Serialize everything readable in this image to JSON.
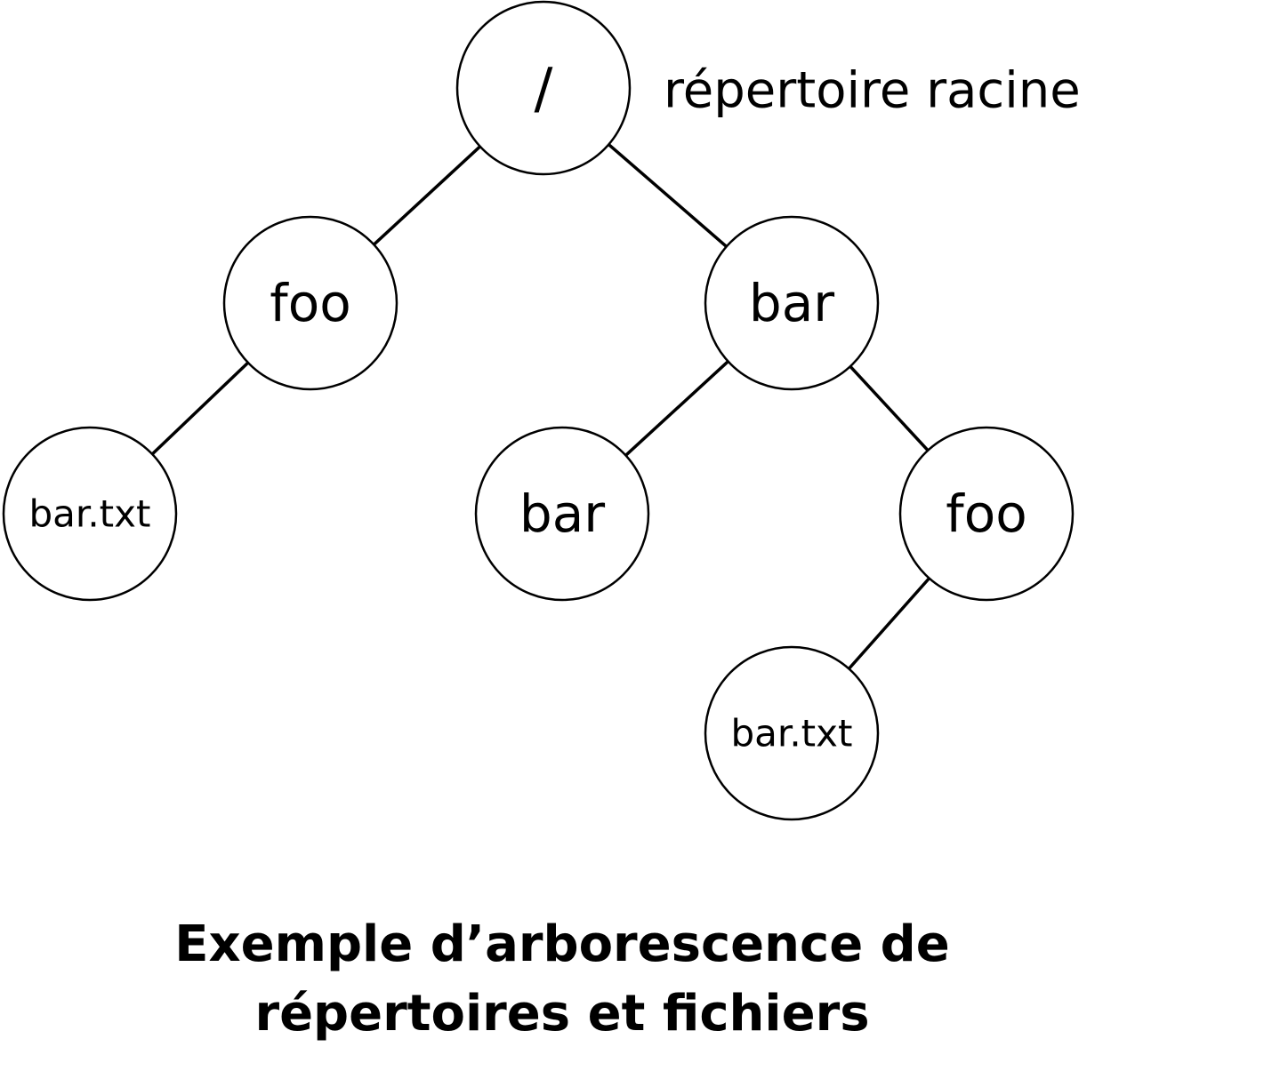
{
  "tree": {
    "nodes": [
      {
        "id": "root",
        "label": "/"
      },
      {
        "id": "foo",
        "label": "foo"
      },
      {
        "id": "bar",
        "label": "bar"
      },
      {
        "id": "foo-bar-txt",
        "label": "bar.txt"
      },
      {
        "id": "bar-bar",
        "label": "bar"
      },
      {
        "id": "bar-foo",
        "label": "foo"
      },
      {
        "id": "bar-foo-bar-txt",
        "label": "bar.txt"
      }
    ],
    "edges": [
      {
        "from": "root",
        "to": "foo"
      },
      {
        "from": "root",
        "to": "bar"
      },
      {
        "from": "foo",
        "to": "foo-bar-txt"
      },
      {
        "from": "bar",
        "to": "bar-bar"
      },
      {
        "from": "bar",
        "to": "bar-foo"
      },
      {
        "from": "bar-foo",
        "to": "bar-foo-bar-txt"
      }
    ]
  },
  "annotation": {
    "root_label": "répertoire racine"
  },
  "caption": {
    "line1": "Exemple d’arborescence de",
    "line2": "répertoires et fichiers"
  }
}
